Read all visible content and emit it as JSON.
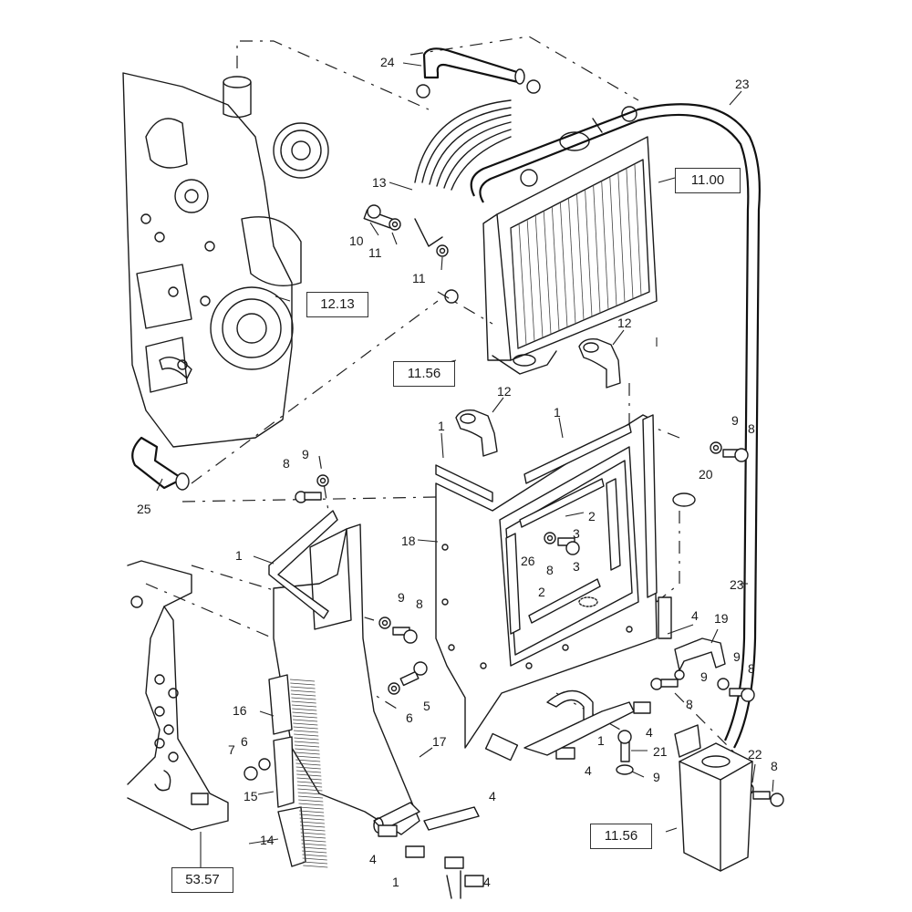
{
  "diagram": {
    "title": "Radiator, cooling fan shroud and mounting frame — exploded parts view",
    "line_color": "#1a1a1a",
    "background": "#ffffff"
  },
  "callouts": {
    "c24": "24",
    "c23": "23",
    "c13": "13",
    "c10": "10",
    "c11a": "11",
    "c11b": "11",
    "c12a": "12",
    "c12b": "12",
    "c25": "25",
    "c1a": "1",
    "c1b": "1",
    "c1c": "1",
    "c1d": "1",
    "c1e": "1",
    "c8a": "8",
    "c9a": "9",
    "c8b": "8",
    "c9b": "9",
    "c20": "20",
    "c18": "18",
    "c3a": "3",
    "c3b": "3",
    "c2a": "2",
    "c2b": "2",
    "c26": "26",
    "c8c": "8",
    "c9c": "9",
    "c8d": "8",
    "c5": "5",
    "c6a": "6",
    "c23b": "23",
    "c4a": "4",
    "c19": "19",
    "c9d": "9",
    "c8e": "8",
    "c9e": "9",
    "c8f": "8",
    "c16": "16",
    "c7": "7",
    "c6b": "6",
    "c17": "17",
    "c15": "15",
    "c14": "14",
    "c4b": "4",
    "c4c": "4",
    "c4d": "4",
    "c4e": "4",
    "c4f": "4",
    "c21": "21",
    "c9f": "9",
    "c22": "22",
    "c8g": "8"
  },
  "reference_boxes": {
    "r1100": "11.00",
    "r1213": "12.13",
    "r1156a": "11.56",
    "r1156b": "11.56",
    "r5357": "53.57"
  }
}
